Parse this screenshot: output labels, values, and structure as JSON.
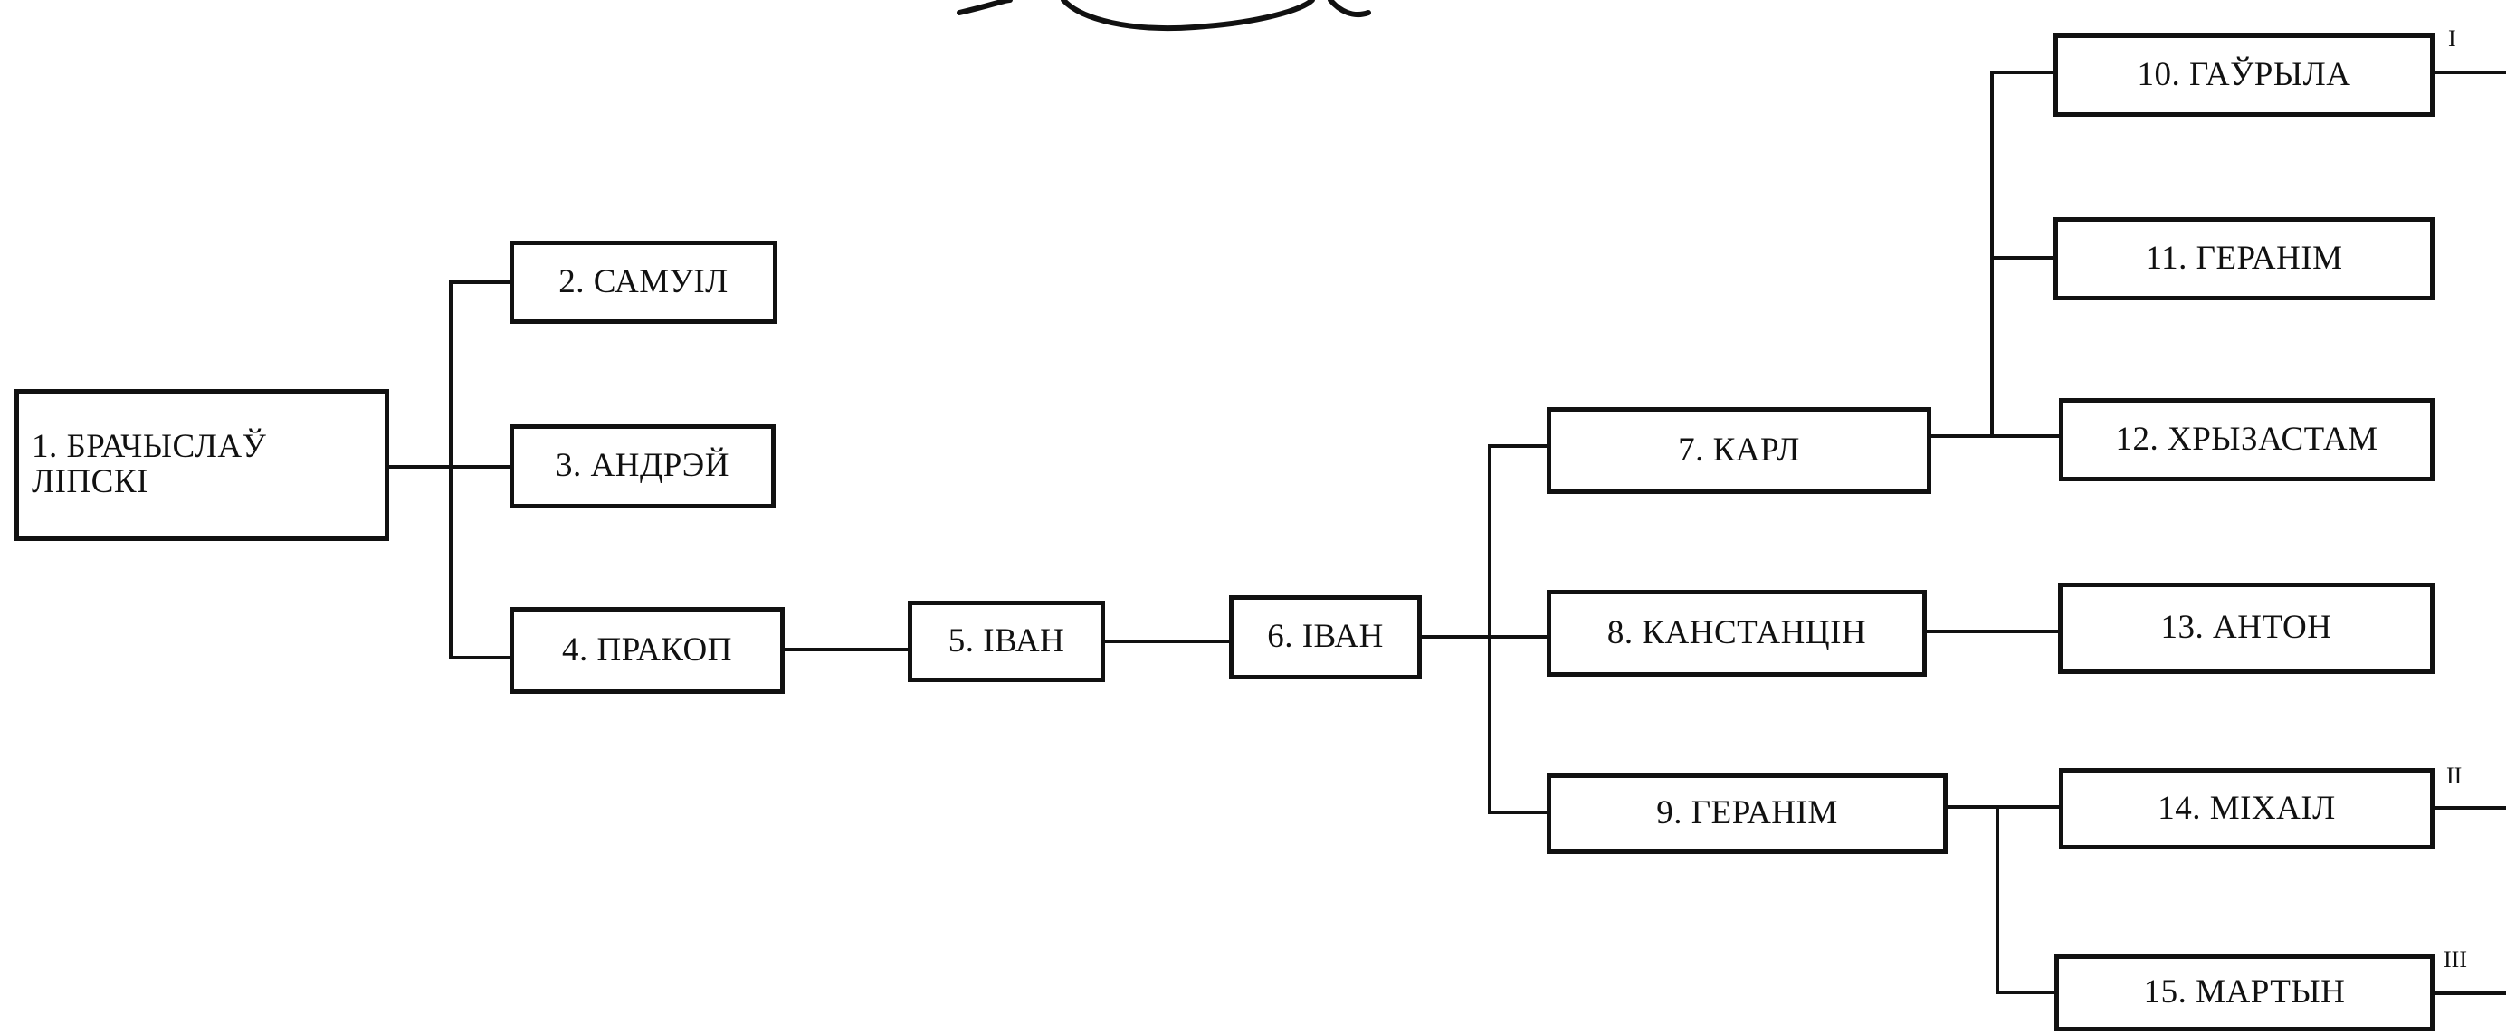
{
  "nodes": [
    {
      "id": "n1",
      "label": "1. БРАЧЫСЛАЎ\nЛІПСКІ"
    },
    {
      "id": "n2",
      "label": "2. САМУІЛ"
    },
    {
      "id": "n3",
      "label": "3. АНДРЭЙ"
    },
    {
      "id": "n4",
      "label": "4. ПРАКОП"
    },
    {
      "id": "n5",
      "label": "5. ІВАН"
    },
    {
      "id": "n6",
      "label": "6. ІВАН"
    },
    {
      "id": "n7",
      "label": "7. КАРЛ"
    },
    {
      "id": "n8",
      "label": "8. КАНСТАНЦІН"
    },
    {
      "id": "n9",
      "label": "9. ГЕРАНІМ"
    },
    {
      "id": "n10",
      "label": "10. ГАЎРЫЛА"
    },
    {
      "id": "n11",
      "label": "11. ГЕРАНІМ"
    },
    {
      "id": "n12",
      "label": "12. ХРЫЗАСТАМ"
    },
    {
      "id": "n13",
      "label": "13. АНТОН"
    },
    {
      "id": "n14",
      "label": "14. МІХАІЛ"
    },
    {
      "id": "n15",
      "label": "15. МАРТЫН"
    }
  ],
  "continuation_marks": {
    "n10": "I",
    "n14": "II",
    "n15": "III"
  }
}
